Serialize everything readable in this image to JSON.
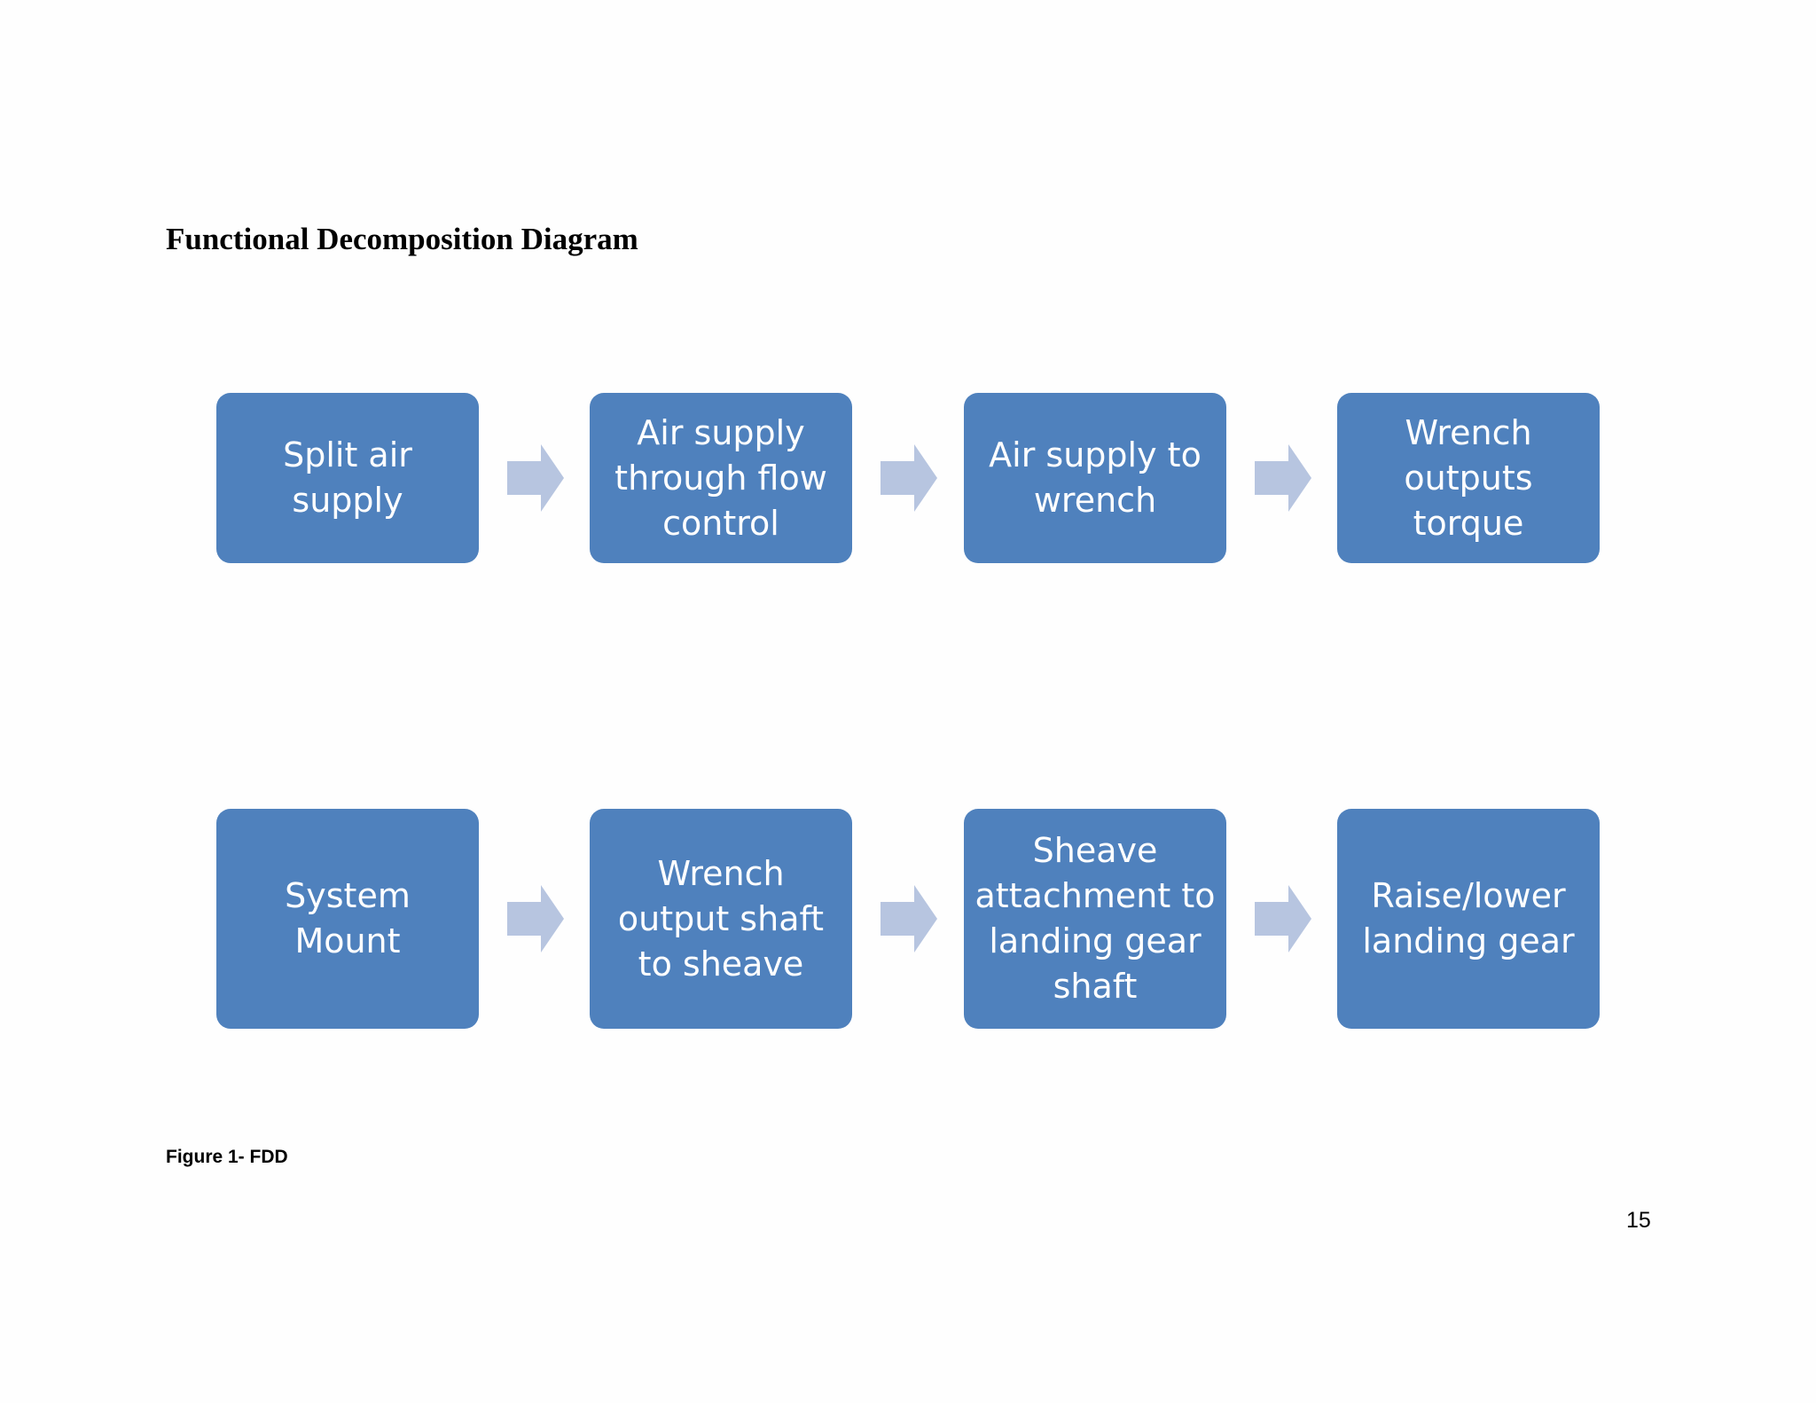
{
  "title": "Functional Decomposition Diagram",
  "diagram": {
    "row1": [
      {
        "label": "Split air supply"
      },
      {
        "label": "Air supply through flow control"
      },
      {
        "label": "Air supply to wrench"
      },
      {
        "label": "Wrench outputs torque"
      }
    ],
    "row2": [
      {
        "label": "System Mount"
      },
      {
        "label": "Wrench output shaft to sheave"
      },
      {
        "label": "Sheave attachment to landing gear shaft"
      },
      {
        "label": "Raise/lower landing gear"
      }
    ]
  },
  "caption": "Figure 1- FDD",
  "page_number": "15",
  "colors": {
    "box_fill": "#4f81bd",
    "arrow_fill": "#b7c5e0",
    "box_text": "#ffffff"
  }
}
